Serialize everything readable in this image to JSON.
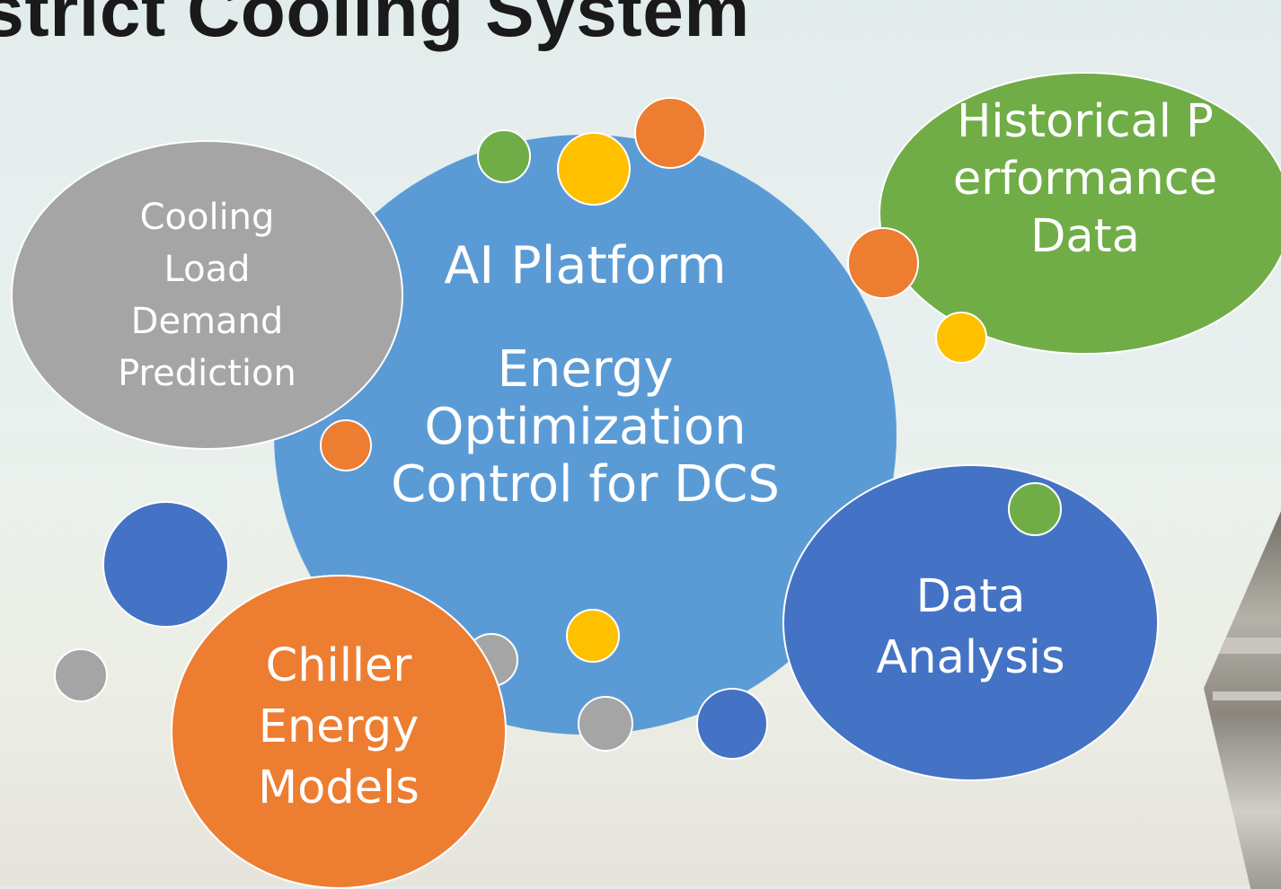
{
  "title": "istrict Cooling System",
  "center": {
    "line1": "AI Platform",
    "line2": "Energy Optimization Control for DCS"
  },
  "nodes": {
    "cooling_load": "Cooling Load Demand Prediction",
    "historical": "Historical Performance Data",
    "data_analysis": "Data Analysis",
    "chiller": "Chiller Energy Models"
  },
  "colors": {
    "center": "#5b9bd5",
    "gray": "#a5a5a5",
    "green": "#70ad47",
    "navy": "#4472c4",
    "orange": "#ed7d31",
    "yellow": "#ffc000"
  }
}
